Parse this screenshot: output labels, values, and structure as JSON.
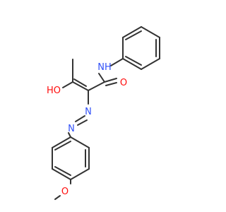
{
  "colors": {
    "bond": "#333333",
    "oxygen": "#ff0d0d",
    "nitrogen": "#3050f8",
    "background": "#ffffff"
  },
  "labels": {
    "hydroxyl": "HO",
    "amide_nh": "NH",
    "carbonyl_o": "O",
    "azo_n1": "N",
    "azo_n2": "N",
    "methoxy_o": "O"
  }
}
